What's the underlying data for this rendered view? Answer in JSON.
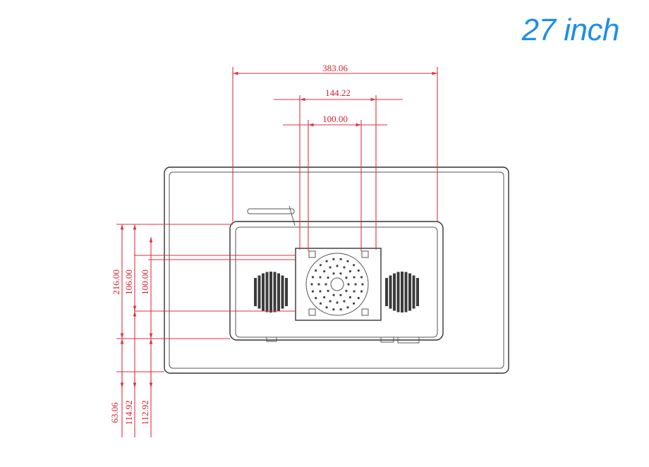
{
  "title": "27 inch",
  "dimensions": {
    "overall_width": "383.06",
    "hole_span_outer": "144.22",
    "vesa_width": "100.00",
    "height_216": "216.00",
    "height_106": "106.00",
    "height_100": "100.00",
    "offset_63": "63.06",
    "offset_114": "114.92",
    "offset_112": "112.92"
  },
  "colors": {
    "title": "#1e8fe8",
    "dimension_lines": "#e0313f",
    "outline": "#333333"
  }
}
